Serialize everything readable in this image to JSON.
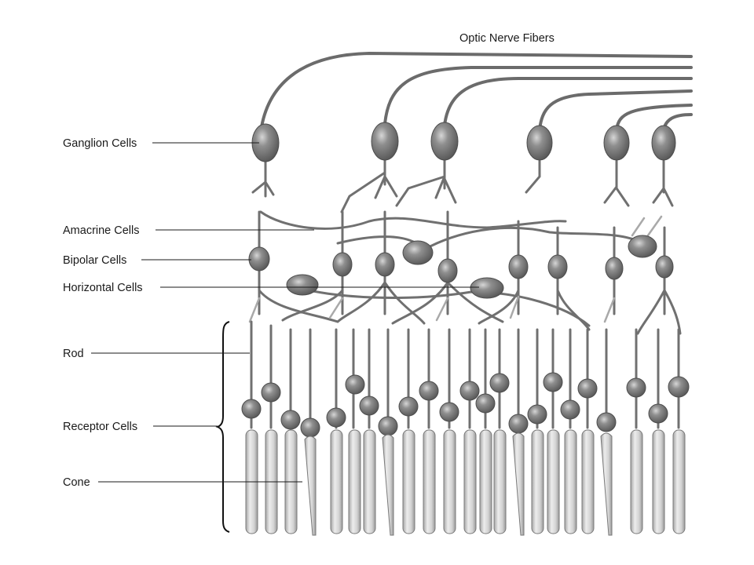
{
  "diagram": {
    "colors": {
      "neuron": "#6b6b6b",
      "soma_light": "#b8b8b8",
      "soma_dark": "#555555",
      "receptor_light": "#e4e4e4",
      "receptor_dark": "#9c9c9c",
      "label": "#1a1a1a"
    },
    "labels": {
      "optic_nerve_fibers": "Optic Nerve Fibers",
      "ganglion_cells": "Ganglion Cells",
      "amacrine_cells": "Amacrine Cells",
      "bipolar_cells": "Bipolar Cells",
      "horizontal_cells": "Horizontal Cells",
      "rod": "Rod",
      "receptor_cells": "Receptor Cells",
      "cone": "Cone"
    }
  }
}
